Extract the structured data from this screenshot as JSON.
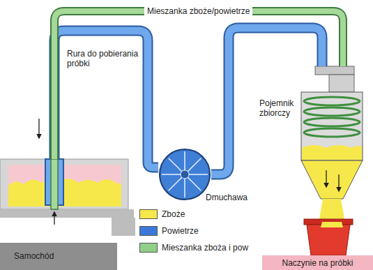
{
  "diagram": {
    "nodes": [
      {
        "text": [
          "Samochód"
        ]
      },
      {
        "text": [
          "Dmuchawa"
        ]
      },
      {
        "text": [
          "Pojemnik zbiorczy"
        ]
      },
      {
        "text": [
          "Naczynie na próbki"
        ]
      }
    ],
    "edges": [
      {
        "from": 2,
        "to": 1,
        "arrow": "none"
      },
      {
        "from": 1,
        "to": 0,
        "arrow": "none"
      },
      {
        "from": 0,
        "to": 2,
        "arrow": "none",
        "label": "Mieszanka zboże/powietrze"
      }
    ],
    "labels": [
      "Rura do pobierania próbki"
    ],
    "legend": [
      {
        "text": "Zboże",
        "color": "#f6e84a"
      },
      {
        "text": "Powietrze",
        "color": "#3c78d8"
      },
      {
        "text": "Mieszanka zboża i pow",
        "color": "#8fcf88"
      }
    ]
  }
}
